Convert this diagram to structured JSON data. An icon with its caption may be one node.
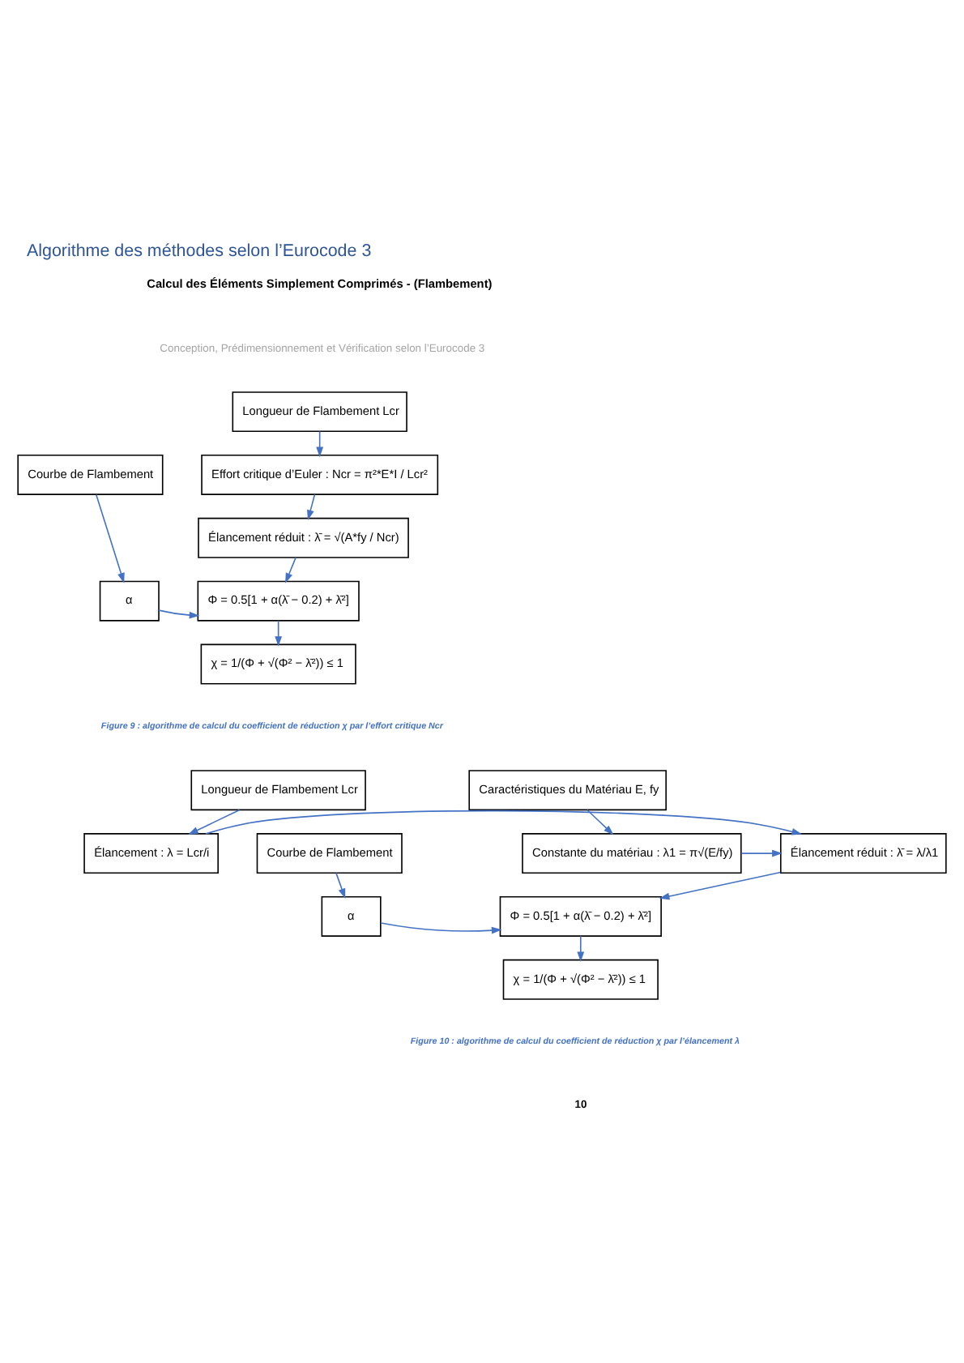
{
  "diagram": {
    "title": "Algorithme des méthodes selon l’Eurocode 3",
    "nodes": [
      {
        "text": [
          "Longueur de Flambement Lcr"
        ]
      },
      {
        "text": [
          "Effort critique d’Euler : Ncr = π²*E*I / Lcr²"
        ]
      },
      {
        "text": [
          "Élancement réduit : λ̄ = √(A*fy / Ncr)"
        ]
      },
      {
        "text": [
          "Courbe de Flambement"
        ]
      },
      {
        "text": [
          "α"
        ]
      },
      {
        "text": [
          "Φ = 0.5[1 + α(λ̄ − 0.2) + λ̄²]"
        ]
      },
      {
        "text": [
          "χ = 1/(Φ + √(Φ² − λ̄²)) ≤ 1"
        ]
      },
      {
        "text": [
          "Longueur de Flambement Lcr"
        ]
      },
      {
        "text": [
          "Caractéristiques du Matériau E, fy"
        ]
      },
      {
        "text": [
          "Élancement : λ = Lcr/i"
        ]
      },
      {
        "text": [
          "Constante du matériau : λ1 = π√(E/fy)"
        ]
      },
      {
        "text": [
          "Courbe de Flambement"
        ]
      },
      {
        "text": [
          "Élancement réduit : λ̄ = λ/λ1"
        ]
      },
      {
        "text": [
          "α"
        ]
      },
      {
        "text": [
          "Φ = 0.5[1 + α(λ̄ − 0.2) + λ̄²]"
        ]
      },
      {
        "text": [
          "χ = 1/(Φ + √(Φ² − λ̄²)) ≤ 1"
        ]
      }
    ],
    "edges": [
      {
        "from": 0,
        "to": 1,
        "arrow": "to"
      },
      {
        "from": 1,
        "to": 2,
        "arrow": "to"
      },
      {
        "from": 3,
        "to": 4,
        "arrow": "to"
      },
      {
        "from": 2,
        "to": 5,
        "arrow": "to"
      },
      {
        "from": 4,
        "to": 5,
        "arrow": "to"
      },
      {
        "from": 5,
        "to": 6,
        "arrow": "to"
      },
      {
        "from": 7,
        "to": 9,
        "arrow": "to"
      },
      {
        "from": 8,
        "to": 10,
        "arrow": "to"
      },
      {
        "from": 9,
        "to": 12,
        "arrow": "to"
      },
      {
        "from": 10,
        "to": 12,
        "arrow": "to"
      },
      {
        "from": 11,
        "to": 13,
        "arrow": "to"
      },
      {
        "from": 12,
        "to": 14,
        "arrow": "to"
      },
      {
        "from": 13,
        "to": 14,
        "arrow": "to"
      },
      {
        "from": 14,
        "to": 15,
        "arrow": "to"
      }
    ],
    "labels": [
      "Calcul des Éléments Simplement Comprimés - (Flambement)",
      "Conception, Prédimensionnement et Vérification selon l’Eurocode 3",
      "Figure 9 : algorithme de calcul du coefficient de réduction χ par l’effort critique Ncr",
      "Figure 10 : algorithme de calcul du coefficient de réduction χ par l’élancement λ",
      "10"
    ]
  }
}
